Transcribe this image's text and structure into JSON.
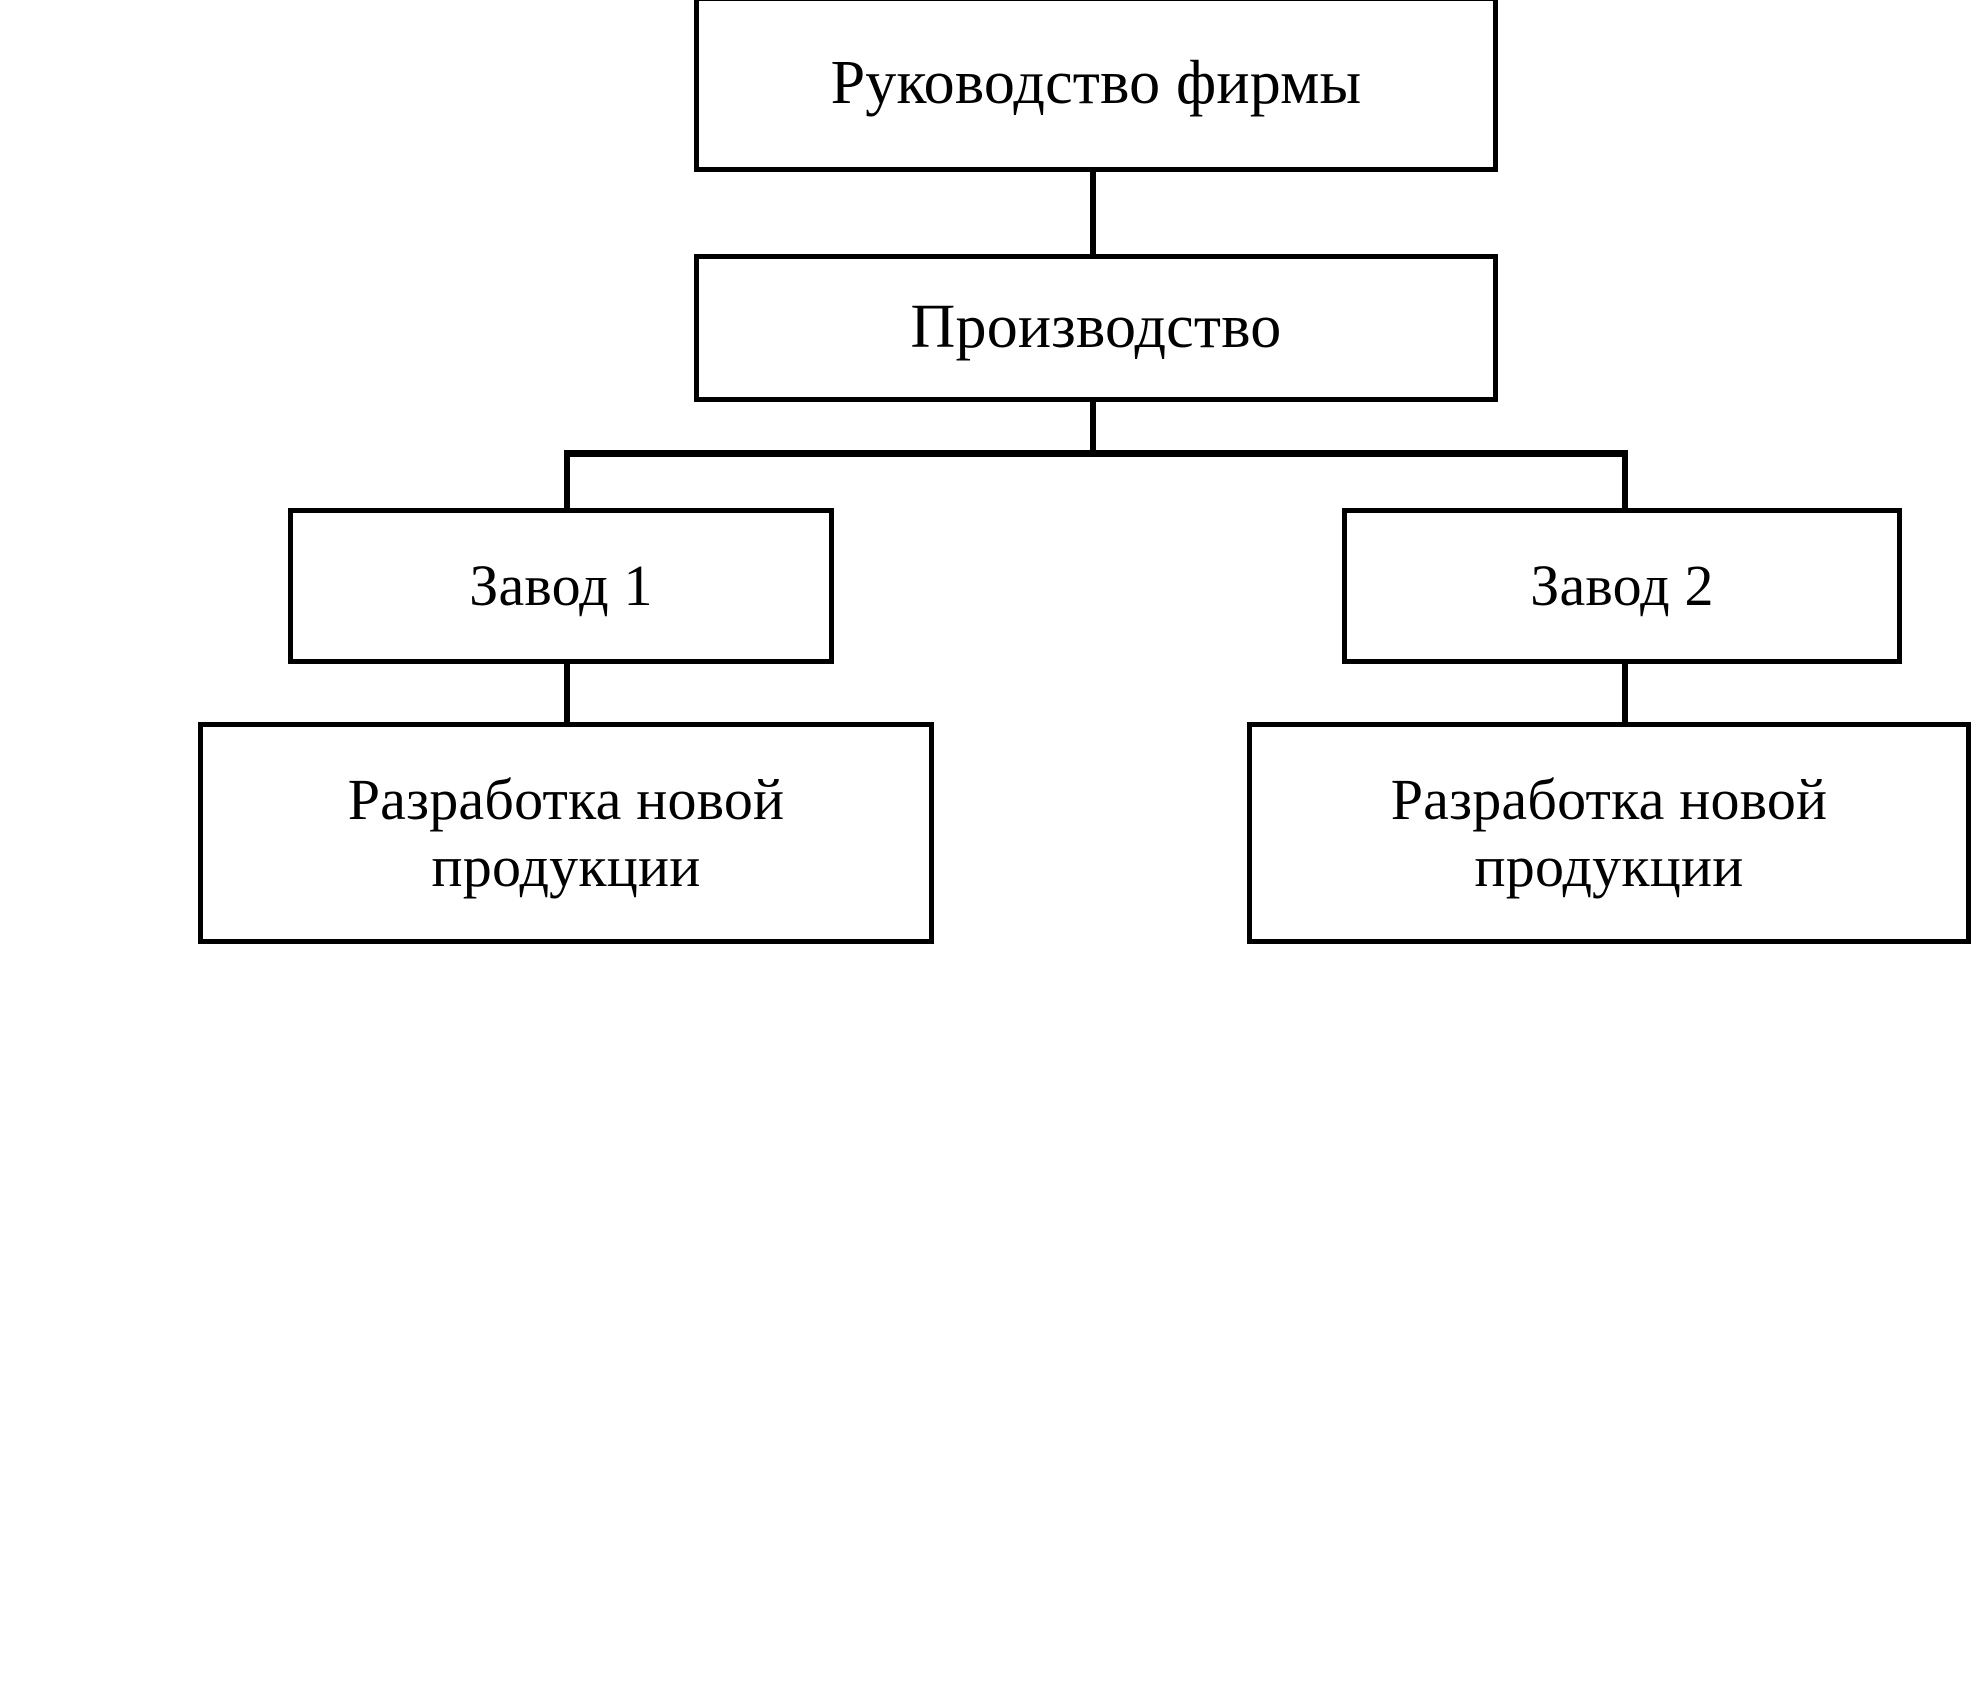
{
  "diagram": {
    "type": "org-chart",
    "orientation": "top-down",
    "nodes": [
      {
        "id": "top",
        "label": "Руководство фирмы"
      },
      {
        "id": "production",
        "label": "Производство"
      },
      {
        "id": "plant1",
        "label": "Завод 1"
      },
      {
        "id": "plant2",
        "label": "Завод 2"
      },
      {
        "id": "dev1",
        "label": "Разработка новой\nпродукции"
      },
      {
        "id": "dev2",
        "label": "Разработка новой\nпродукции"
      }
    ],
    "edges": [
      {
        "from": "top",
        "to": "production"
      },
      {
        "from": "production",
        "to": "plant1"
      },
      {
        "from": "production",
        "to": "plant2"
      },
      {
        "from": "plant1",
        "to": "dev1"
      },
      {
        "from": "plant2",
        "to": "dev2"
      }
    ],
    "colors": {
      "background": "#ffffff",
      "stroke": "#000000",
      "text": "#000000",
      "fill": "#ffffff"
    }
  }
}
